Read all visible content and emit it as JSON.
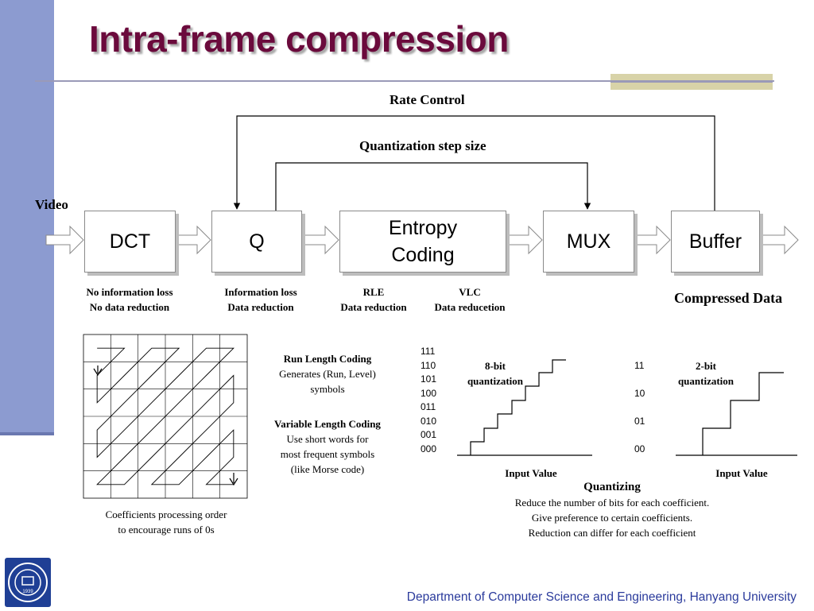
{
  "slide": {
    "title": "Intra-frame compression",
    "footer": "Department of Computer Science and Engineering, Hanyang University",
    "logo_text": "1939"
  },
  "pipeline": {
    "input_label": "Video",
    "output_label": "Compressed Data",
    "rate_control_label": "Rate Control",
    "quant_step_label": "Quantization step size",
    "blocks": [
      {
        "id": "dct",
        "lines": [
          "DCT"
        ]
      },
      {
        "id": "q",
        "lines": [
          "Q"
        ]
      },
      {
        "id": "entropy",
        "lines": [
          "Entropy",
          "Coding"
        ]
      },
      {
        "id": "mux",
        "lines": [
          "MUX"
        ]
      },
      {
        "id": "buffer",
        "lines": [
          "Buffer"
        ]
      }
    ],
    "notes": [
      {
        "id": "dct",
        "lines": [
          "No information loss",
          "No data reduction"
        ]
      },
      {
        "id": "q",
        "lines": [
          "Information loss",
          "Data reduction"
        ]
      },
      {
        "id": "rle",
        "lines": [
          "RLE",
          "Data reduction"
        ]
      },
      {
        "id": "vlc",
        "lines": [
          "VLC",
          "Data reducetion"
        ]
      }
    ]
  },
  "zigzag": {
    "caption_lines": [
      "Coefficients processing order",
      "to encourage runs of 0s"
    ]
  },
  "coding_text": {
    "rlc_title": "Run Length Coding",
    "rlc_lines": [
      "Generates (Run, Level)",
      "symbols"
    ],
    "vlc_title": "Variable Length Coding",
    "vlc_lines": [
      "Use short words for",
      "most frequent symbols",
      "(like Morse code)"
    ]
  },
  "quantization": {
    "graph8": {
      "title_lines": [
        "8-bit",
        "quantization"
      ],
      "levels": [
        "111",
        "110",
        "101",
        "100",
        "011",
        "010",
        "001",
        "000"
      ],
      "xlabel": "Input Value"
    },
    "graph2": {
      "title_lines": [
        "2-bit",
        "quantization"
      ],
      "levels": [
        "11",
        "10",
        "01",
        "00"
      ],
      "xlabel": "Input Value"
    },
    "heading": "Quantizing",
    "lines": [
      "Reduce the number of bits for each coefficient.",
      "Give preference to certain coefficients.",
      "Reduction can differ for each coefficient"
    ]
  },
  "colors": {
    "title": "#6b0a3c",
    "sidebar": "#8c9bd0",
    "footer": "#2b3b9c",
    "accent_bar": "#d8d3a8"
  }
}
